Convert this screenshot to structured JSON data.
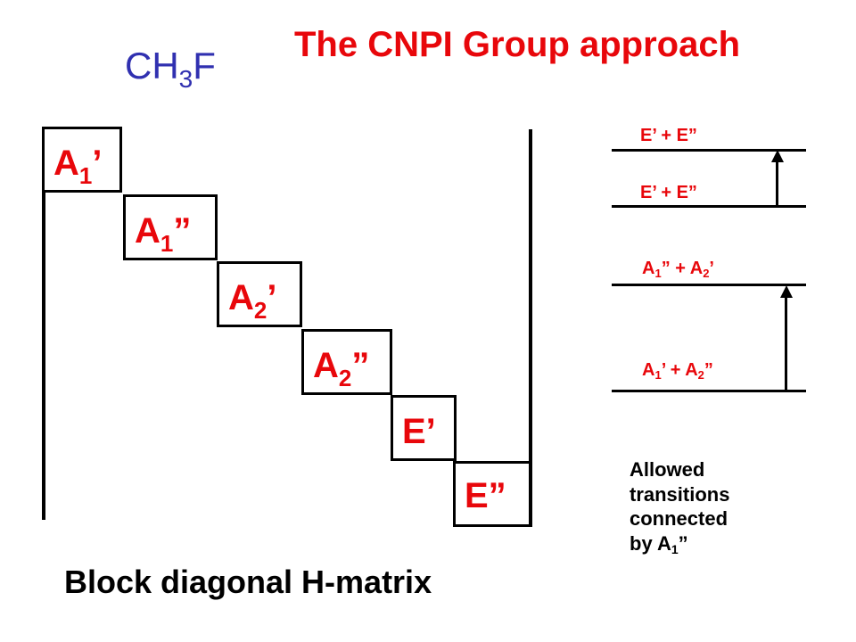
{
  "title": "The CNPI Group approach",
  "molecule": {
    "main": "CH",
    "sub": "3",
    "end": "F"
  },
  "blocks": [
    {
      "main": "A",
      "sub": "1",
      "suffix": "’"
    },
    {
      "main": "A",
      "sub": "1",
      "suffix": "”"
    },
    {
      "main": "A",
      "sub": "2",
      "suffix": "’"
    },
    {
      "main": "A",
      "sub": "2",
      "suffix": "”"
    },
    {
      "main": "E’",
      "sub": "",
      "suffix": ""
    },
    {
      "main": "E”",
      "sub": "",
      "suffix": ""
    }
  ],
  "levels": [
    {
      "label": "E’ + E”"
    },
    {
      "label": "E’ + E”"
    },
    {
      "a": "A",
      "a_sub": "1",
      "a_suf": "” + A",
      "b_sub": "2",
      "b_suf": "’"
    },
    {
      "a": "A",
      "a_sub": "1",
      "a_suf": "’ + A",
      "b_sub": "2",
      "b_suf": "”"
    }
  ],
  "caption": "Block diagonal H-matrix",
  "note": {
    "line1": "Allowed",
    "line2": "transitions",
    "line3": "connected",
    "line4_main": "by A",
    "line4_sub": "1",
    "line4_suf": "”"
  },
  "colors": {
    "title": "#e8070b",
    "molecule": "#3030b0",
    "blocks": "#e8070b",
    "levels": "#e8070b",
    "caption": "#000000",
    "note": "#000000"
  }
}
